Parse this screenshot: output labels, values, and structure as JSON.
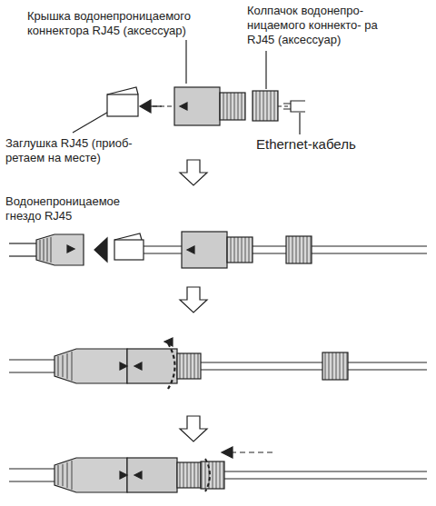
{
  "diagram": {
    "labels": [
      "Крышка водонепроницаемого коннектора RJ45 (аксессуар)",
      "Колпачок водонепро- ницаемого коннекто- ра RJ45 (аксессуар)",
      "Заглушка RJ45 (приоб- ретаем на месте)",
      "Ethernet-кабель",
      "Водонепроницаемое гнездо RJ45"
    ]
  }
}
